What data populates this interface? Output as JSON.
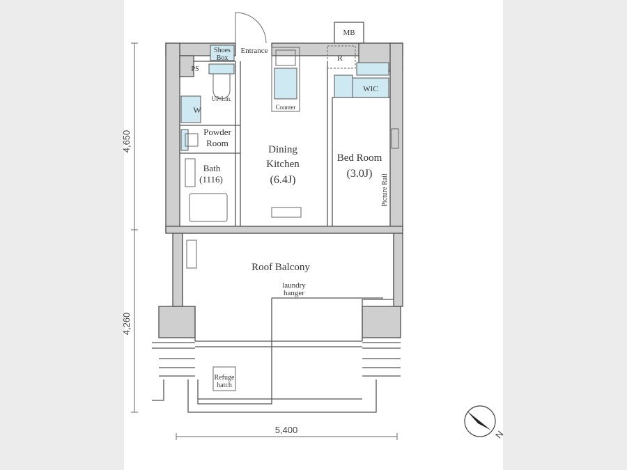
{
  "rooms": {
    "shoes_box": [
      "Shoes",
      "Box"
    ],
    "entrance": "Entrance",
    "ps": "PS",
    "up_lin": "UP/Lin.",
    "washer": "W",
    "counter": "Counter",
    "refrigerator": "R",
    "wic": "WIC",
    "mb": "MB",
    "powder_room": [
      "Powder",
      "Room"
    ],
    "bath": [
      "Bath",
      "(1116)"
    ],
    "dining_kitchen": [
      "Dining",
      "Kitchen",
      "(6.4J)"
    ],
    "bed_room": [
      "Bed Room",
      "(3.0J)"
    ],
    "picture_rail": "Picture Rail",
    "roof_balcony": "Roof Balcony",
    "laundry_hanger": [
      "laundry",
      "hanger"
    ],
    "refuge_hatch": [
      "Refuge",
      "hatch"
    ]
  },
  "dimensions": {
    "upper_depth": "4,650",
    "lower_depth": "4,260",
    "width": "5,400"
  },
  "compass": {
    "label": "N"
  },
  "colors": {
    "wall": "#cfcfcf",
    "wet_area": "#cfe9f3",
    "background": "#ececec"
  }
}
